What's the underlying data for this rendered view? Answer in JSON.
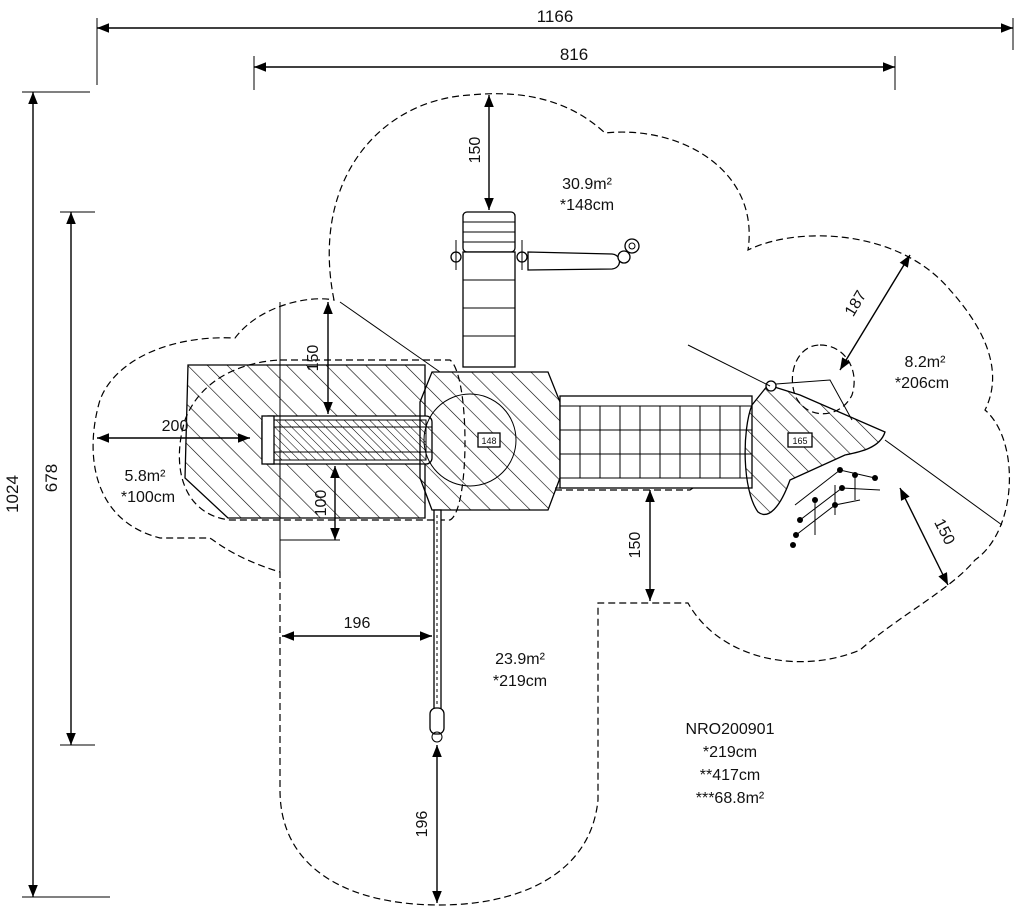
{
  "dimensions": {
    "overall_width": "1166",
    "inner_width": "816",
    "overall_height": "1024",
    "inner_height": "678",
    "top_clearance": "150",
    "left_clearance": "200",
    "slide_clearance_top": "150",
    "slide_clearance_bottom": "100",
    "pole_side_clearance": "196",
    "pole_bottom_clearance": "196",
    "bridge_clearance": "150",
    "right_radius": "187",
    "net_clearance": "150"
  },
  "zones": [
    {
      "area": "30.9m²",
      "height": "*148cm"
    },
    {
      "area": "5.8m²",
      "height": "*100cm"
    },
    {
      "area": "23.9m²",
      "height": "*219cm"
    },
    {
      "area": "8.2m²",
      "height": "*206cm"
    }
  ],
  "deck_labels": [
    "148",
    "165"
  ],
  "product": {
    "code": "NRO200901",
    "line1": "*219cm",
    "line2": "**417cm",
    "line3": "***68.8m²"
  }
}
